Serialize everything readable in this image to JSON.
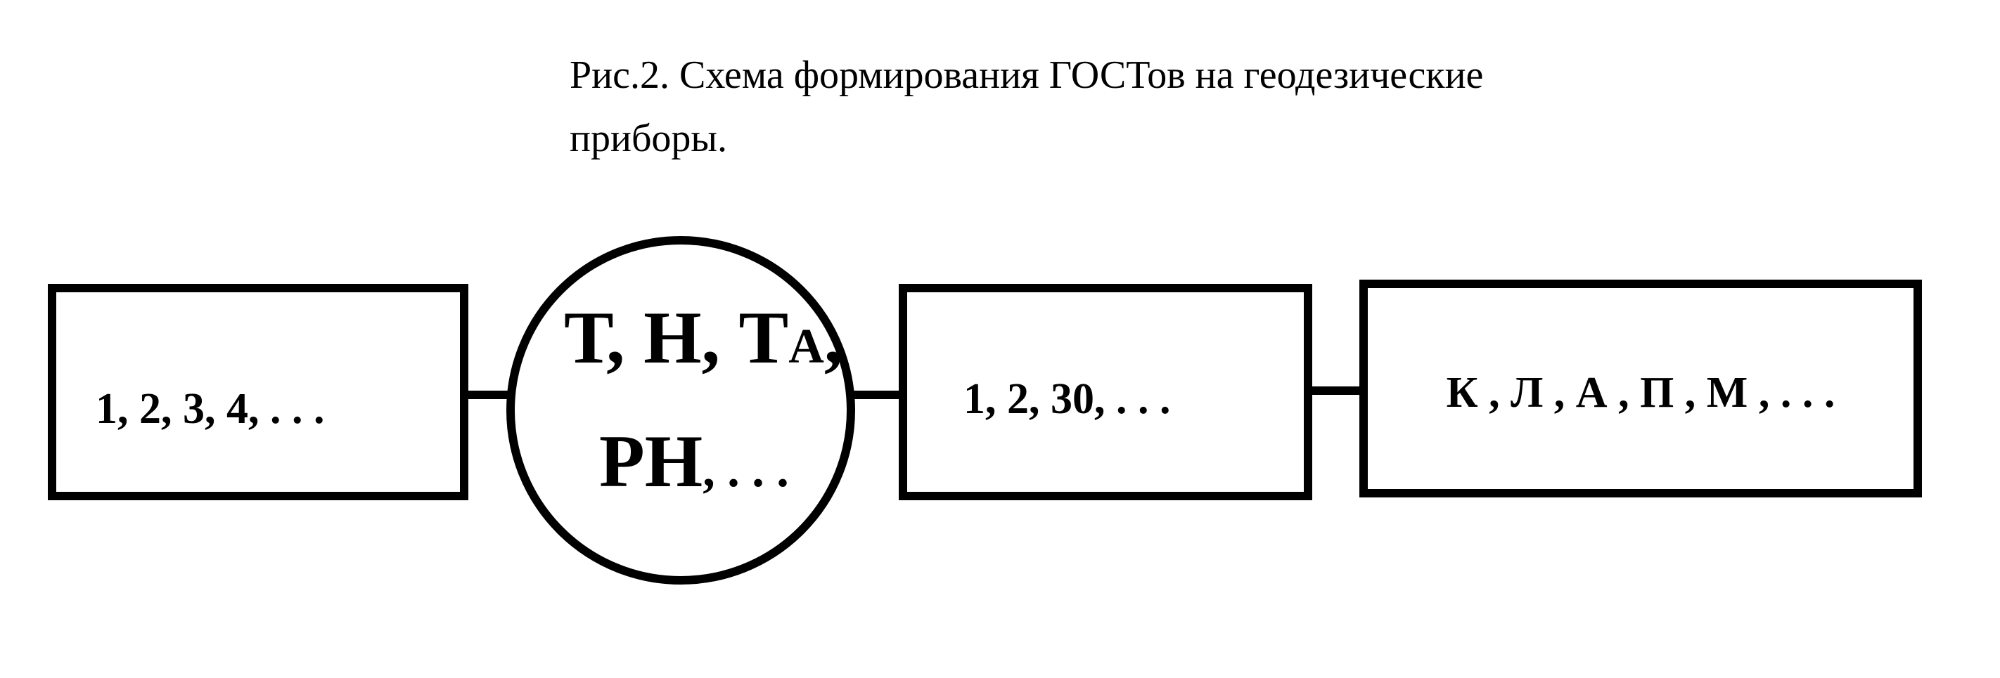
{
  "caption": {
    "line1": "Рис.2. Схема формирования ГОСТов на геодезические",
    "line2": "приборы."
  },
  "nodes": {
    "box1": {
      "text": "1,  2,  3,  4,  . . ."
    },
    "circle": {
      "line1_main": "Т, Н, Т",
      "line1_sub": "А",
      "line1_tail": ",",
      "line2_main": "РН",
      "line2_tail": ", . . ."
    },
    "box3": {
      "text": "1,   2,   30,   . . ."
    },
    "box4": {
      "text": "К ,  Л , А , П , М ,  . . ."
    }
  }
}
